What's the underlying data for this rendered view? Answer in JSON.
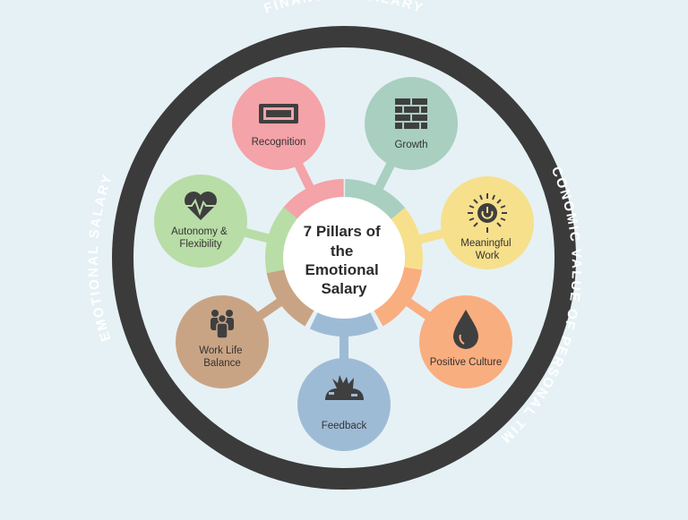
{
  "diagram": {
    "ring_labels": {
      "top": "FINANCIAL SALARY",
      "left": "EMOTIONAL SALARY",
      "right": "ECONOMIC VALUE OF PERSONAL TIME"
    },
    "center_title_lines": [
      "7 Pillars of",
      "the",
      "Emotional",
      "Salary"
    ],
    "pillars": [
      {
        "id": "recognition",
        "lines": [
          "Recognition"
        ],
        "color": "#f4a3a8",
        "icon": "award-plaque-icon"
      },
      {
        "id": "growth",
        "lines": [
          "Growth"
        ],
        "color": "#a8cfc0",
        "icon": "brick-wall-icon"
      },
      {
        "id": "meaningful-work",
        "lines": [
          "Meaningful",
          "Work"
        ],
        "color": "#f7e08c",
        "icon": "sun-power-icon"
      },
      {
        "id": "positive-culture",
        "lines": [
          "Positive Culture"
        ],
        "color": "#f9ae7f",
        "icon": "drop-icon"
      },
      {
        "id": "feedback",
        "lines": [
          "Feedback"
        ],
        "color": "#9ebbd6",
        "icon": "hands-sprout-icon"
      },
      {
        "id": "work-life-balance",
        "lines": [
          "Work Life",
          "Balance"
        ],
        "color": "#c9a484",
        "icon": "people-group-icon"
      },
      {
        "id": "autonomy-flexibility",
        "lines": [
          "Autonomy &",
          "Flexibility"
        ],
        "color": "#b9dda6",
        "icon": "heartbeat-icon"
      }
    ],
    "colors": {
      "background": "#e6f1f5",
      "ring": "#3b3b3b",
      "icon": "#3f3f3f",
      "center": "#ffffff"
    }
  }
}
